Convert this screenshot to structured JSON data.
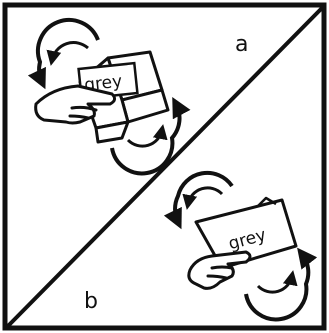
{
  "panels": {
    "a": {
      "label": "a",
      "item_text": "grey",
      "icons": [
        "rotate-ccw-arrow-icon",
        "rotate-cw-arrow-icon",
        "hand-icon",
        "box-icon"
      ]
    },
    "b": {
      "label": "b",
      "item_text": "grey",
      "icons": [
        "rotate-ccw-arrow-icon",
        "rotate-cw-arrow-icon",
        "hand-icon",
        "card-icon"
      ]
    }
  },
  "colors": {
    "stroke": "#111111",
    "background": "#ffffff"
  }
}
